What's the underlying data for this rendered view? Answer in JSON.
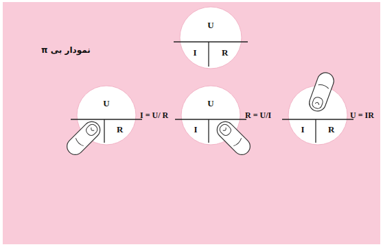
{
  "diagram": {
    "title": "نمودار بی π",
    "nodes": [
      {
        "text": [
          "U",
          "I",
          "R"
        ]
      },
      {
        "text": [
          "U",
          "R"
        ]
      },
      {
        "text": [
          "U",
          "I"
        ]
      },
      {
        "text": [
          "I",
          "R"
        ]
      }
    ],
    "labels": [
      "I = U/ R",
      "R = U/I",
      "U = IR"
    ]
  }
}
